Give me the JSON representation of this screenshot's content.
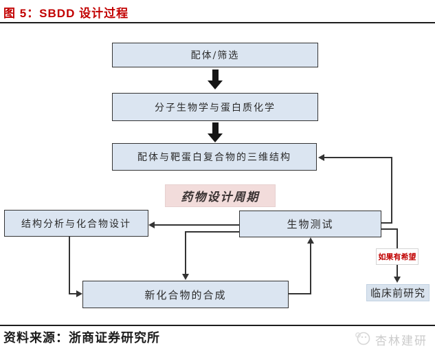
{
  "header": {
    "title": "图 5：SBDD 设计过程"
  },
  "flowchart": {
    "nodes": {
      "ligand_screening": "配体/筛选",
      "molecular_biology": "分子生物学与蛋白质化学",
      "complex_structure": "配体与靶蛋白复合物的三维结构",
      "structure_analysis": "结构分析与化合物设计",
      "bio_test": "生物测试",
      "synthesis": "新化合物的合成",
      "preclinical": "临床前研究"
    },
    "labels": {
      "design_cycle": "药物设计周期",
      "if_promising": "如果有希望"
    },
    "colors": {
      "node_fill": "#dbe5f1",
      "node_border": "#333333",
      "cycle_bg": "#f2dcdb",
      "promising_red": "#c00000",
      "title_red": "#c20000",
      "watermark_gray": "#cbcbcb"
    }
  },
  "footer": {
    "source": "资料来源：浙商证券研究所",
    "watermark": "杏林建研"
  }
}
